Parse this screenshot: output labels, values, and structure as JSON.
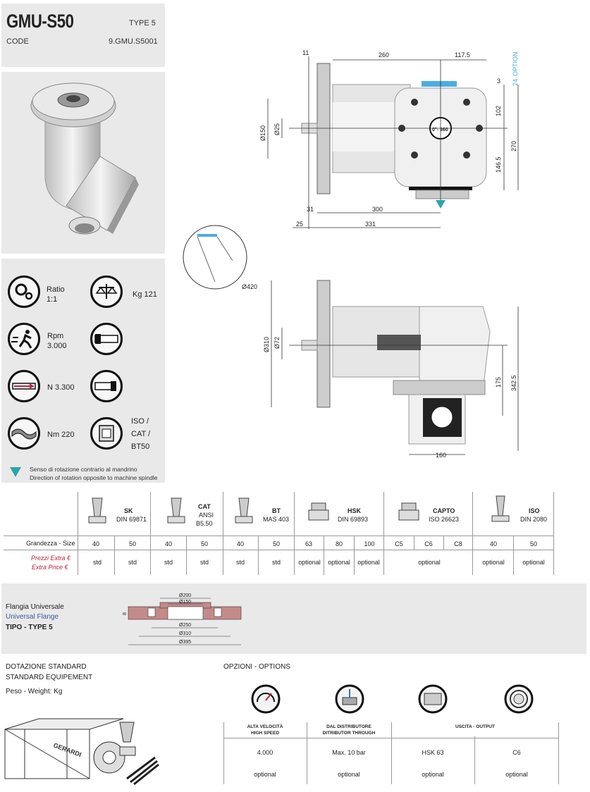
{
  "header": {
    "model": "GMU-S50",
    "type": "TYPE 5",
    "code_label": "CODE",
    "code": "9.GMU.S5001"
  },
  "specs": {
    "ratio_label": "Ratio",
    "ratio_value": "1:1",
    "weight": "Kg 121",
    "rpm_label": "Rpm",
    "rpm_value": "3.000",
    "force": "N 3.300",
    "torque": "Nm 220",
    "iso1": "ISO /",
    "iso2": "CAT /",
    "iso3": "BT50",
    "rotation_it": "Senso di rotazione contrario al mandrino",
    "rotation_en": "Direction of rotation opposite to machine spindle"
  },
  "drawing": {
    "d11": "11",
    "d260": "260",
    "d1175": "117.5",
    "option": "OPTION",
    "d24": "24",
    "d3": "3",
    "d102": "102",
    "d270": "270",
    "d1465": "146.5",
    "d150": "Ø150",
    "d25": "Ø25",
    "rot": "0°- 360",
    "d31": "31",
    "d300": "300",
    "d25b": "25",
    "d331": "331",
    "d420": "Ø420",
    "d310": "Ø310",
    "d72": "Ø72",
    "d175": "175",
    "d3425": "342.5",
    "d160": "160"
  },
  "tools": {
    "headers": [
      {
        "name": "SK",
        "sub": "DIN 69871"
      },
      {
        "name": "CAT",
        "sub": "ANSI",
        "sub2": "B5.50"
      },
      {
        "name": "BT",
        "sub": "MAS 403"
      },
      {
        "name": "HSK",
        "sub": "DIN 69893"
      },
      {
        "name": "CAPTO",
        "sub": "ISO 26623"
      },
      {
        "name": "ISO",
        "sub": "DIN 2080"
      }
    ],
    "size_label": "Grandezza - Size",
    "sizes": [
      "40",
      "50",
      "40",
      "50",
      "40",
      "50",
      "63",
      "80",
      "100",
      "C5",
      "C6",
      "C8",
      "40",
      "50"
    ],
    "price_it": "Prezzi Extra  €",
    "price_en": "Extra Price  €",
    "prices": [
      "std",
      "std",
      "std",
      "std",
      "std",
      "std",
      "optional",
      "optional",
      "optional",
      "optional",
      "optional",
      "optional"
    ]
  },
  "flange": {
    "it": "Flangia Universale",
    "en": "Universal Flange",
    "type": "TIPO - TYPE 5",
    "d200": "Ø200",
    "d150": "Ø150",
    "d250": "Ø250",
    "d310": "Ø310",
    "d395": "Ø395",
    "d8": "8"
  },
  "equipment": {
    "title_it": "DOTAZIONE STANDARD",
    "title_en": "STANDARD EQUIPEMENT",
    "weight": "Peso - Weight:  Kg",
    "brand": "GERARDI"
  },
  "options": {
    "title": "OPZIONI - OPTIONS",
    "col1a": "ALTA VELOCITÀ",
    "col1b": "HIGH SPEED",
    "col2a": "DAL DISTRIBUTORE",
    "col2b": "DITRIBUTOR THROUGH",
    "col3": "USCITA - OUTPUT",
    "v1": "4.000",
    "v2": "Max. 10 bar",
    "v3": "HSK 63",
    "v4": "C6",
    "o1": "optional",
    "o2": "optional",
    "o3": "optional",
    "o4": "optional"
  },
  "colors": {
    "panel": "#e9e9e9",
    "optional": "#8a1a5c",
    "teal": "#2aa6a6",
    "option_blue": "#4aaee0"
  }
}
